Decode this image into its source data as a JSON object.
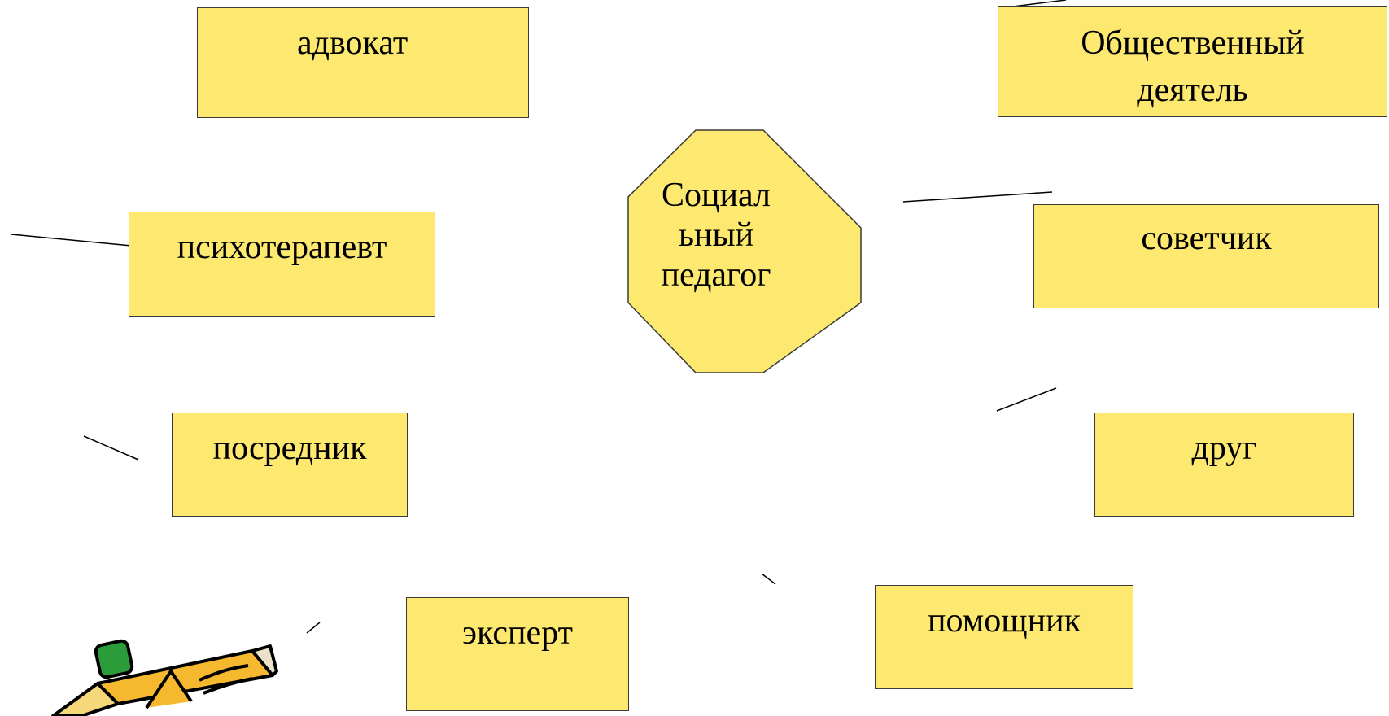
{
  "center": {
    "lines": [
      "Социал",
      "ьный",
      "педагог"
    ]
  },
  "roles": {
    "advocate": "адвокат",
    "public_figure": "Общественный деятель",
    "psychotherapist": "психотерапевт",
    "adviser": "советчик",
    "mediator": "посредник",
    "friend": "друг",
    "expert": "эксперт",
    "helper": "помощник"
  },
  "colors": {
    "box_fill": "#fde970",
    "box_border": "#3a3a3a",
    "line": "#000000",
    "pencil_body": "#f5b82e",
    "pencil_eraser": "#2a9d3a"
  },
  "icons": {
    "clipart": "pencil-icon"
  }
}
